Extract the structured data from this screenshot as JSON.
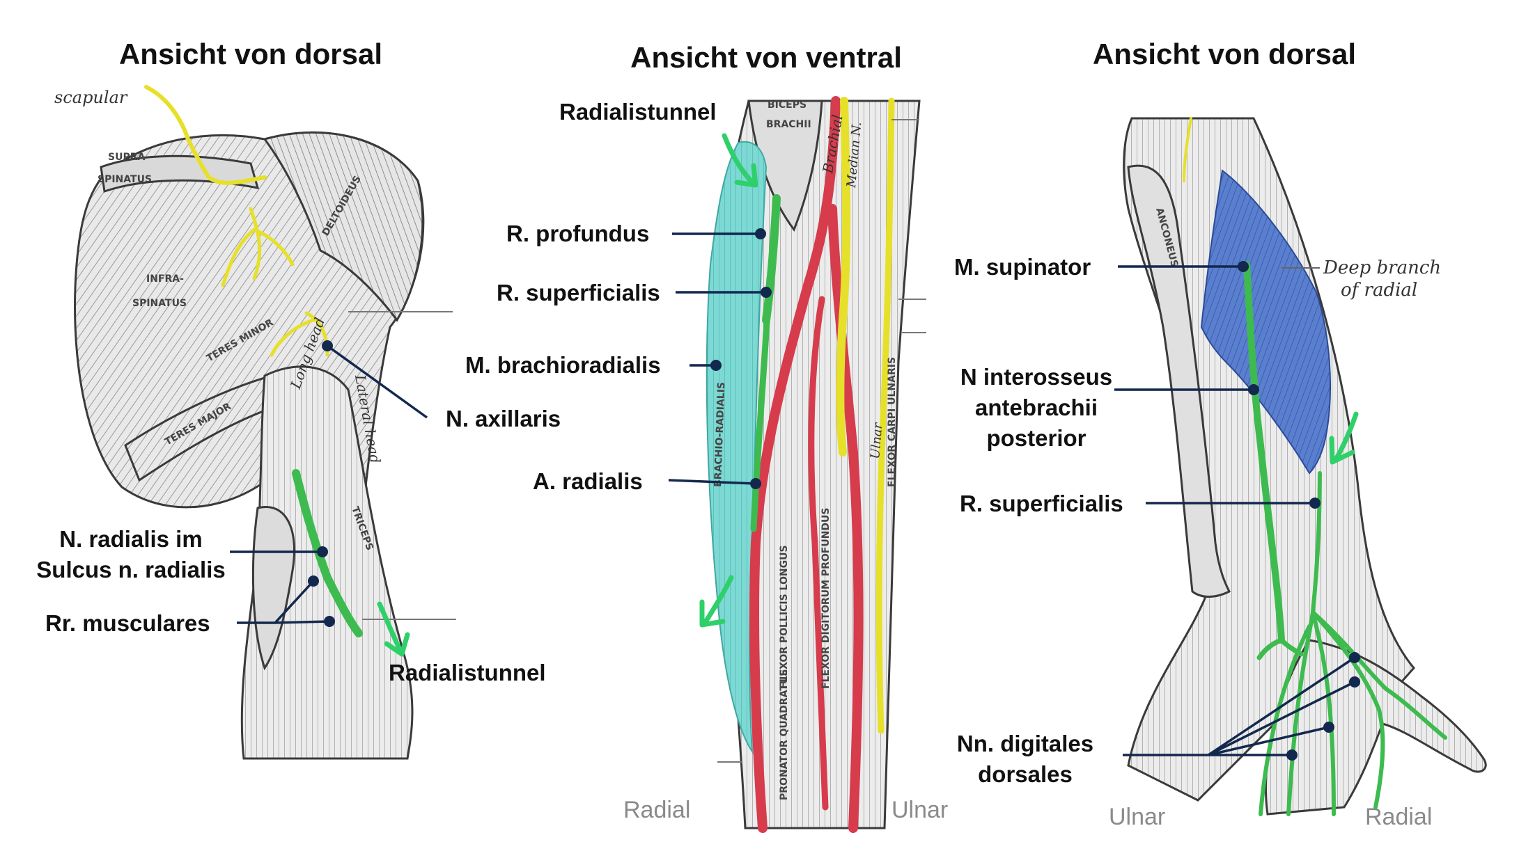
{
  "panels": {
    "left": {
      "title": "Ansicht von dorsal",
      "labels": {
        "n_axillaris": "N. axillaris",
        "n_radialis_line1": "N. radialis im",
        "n_radialis_line2": "Sulcus n. radialis",
        "rr_musculares": "Rr. musculares",
        "radialistunnel": "Radialistunnel"
      },
      "figure_text": {
        "scapular": "scapular",
        "supra": "SUPRA",
        "spinatus": "SPINATUS",
        "infra": "INFRA-",
        "spinatus2": "SPINATUS",
        "teres_minor": "TERES MINOR",
        "teres_major": "TERES MAJOR",
        "deltoideus": "DELTOIDEUS",
        "lateral_head": "Lateral head",
        "triceps": "TRICEPS",
        "long_head": "Long head"
      }
    },
    "middle": {
      "title": "Ansicht von ventral",
      "labels": {
        "radialistunnel": "Radialistunnel",
        "r_profundus": "R. profundus",
        "r_superficialis": "R. superficialis",
        "m_brachioradialis": "M. brachioradialis",
        "a_radialis": "A. radialis"
      },
      "side_labels": {
        "left": "Radial",
        "right": "Ulnar"
      },
      "figure_text": {
        "biceps": "BICEPS",
        "brachii": "BRACHII",
        "brachial": "Brachial",
        "median": "Median N.",
        "brachioradialis": "BRACHIO-RADIALIS",
        "flexor_pollicis": "FLEXOR POLLICIS LONGUS",
        "flexor_digitorum": "FLEXOR DIGITORUM PROFUNDUS",
        "flexor_carpi": "FLEXOR CARPI ULNARIS",
        "pronator": "PRONATOR QUADRATUS",
        "ulnar": "Ulnar"
      }
    },
    "right": {
      "title": "Ansicht von dorsal",
      "labels": {
        "m_supinator": "M. supinator",
        "n_interosseus_line1": "N interosseus",
        "n_interosseus_line2": "antebrachii",
        "n_interosseus_line3": "posterior",
        "r_superficialis": "R. superficialis",
        "nn_digitales_line1": "Nn. digitales",
        "nn_digitales_line2": "dorsales"
      },
      "side_labels": {
        "left": "Ulnar",
        "right": "Radial"
      },
      "figure_text": {
        "deep_branch_line1": "Deep branch",
        "deep_branch_line2": "of radial",
        "anconeus": "ANCONEUS"
      }
    }
  },
  "colors": {
    "nerve_highlight": "#3dbb4f",
    "arrow": "#2fd06a",
    "supinator_muscle": "#4f74c8",
    "brachioradialis_muscle": "#6fd3cf",
    "artery": "#d63c4c",
    "other_nerves": "#e6e02a",
    "leader_line": "#13284e"
  }
}
